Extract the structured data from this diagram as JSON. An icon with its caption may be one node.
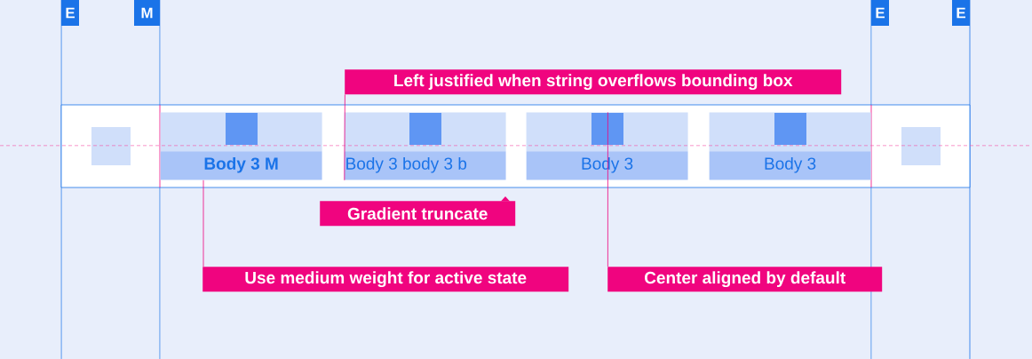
{
  "diagram": {
    "nodes": [
      {
        "text": [],
        "shape": "bar"
      },
      {
        "text": [
          "Body 3 M"
        ],
        "in": 0
      },
      {
        "text": [
          "Body 3 body 3 b"
        ],
        "in": 0
      },
      {
        "text": [
          "Body 3"
        ],
        "in": 0
      },
      {
        "text": [
          "Body 3"
        ],
        "in": 0
      },
      {
        "text": [
          "Left justified when string overflows bounding box"
        ]
      },
      {
        "text": [
          "Gradient truncate"
        ]
      },
      {
        "text": [
          "Use medium weight for active state"
        ]
      },
      {
        "text": [
          "Center aligned by default"
        ]
      }
    ],
    "edges": [
      {
        "from": 5,
        "to": 2,
        "arrow": "none"
      },
      {
        "from": 7,
        "to": 1,
        "arrow": "none"
      },
      {
        "from": 8,
        "to": 3,
        "arrow": "none"
      }
    ],
    "labels": [
      "E",
      "M",
      "E",
      "E"
    ]
  }
}
